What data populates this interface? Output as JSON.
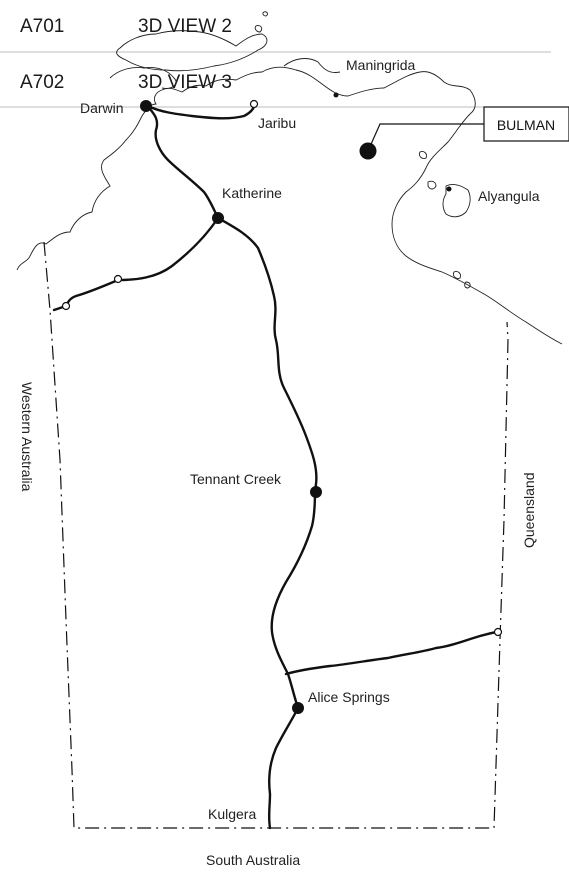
{
  "sheets": [
    {
      "code": "A701",
      "view": "3D VIEW 2"
    },
    {
      "code": "A702",
      "view": "3D VIEW 3"
    }
  ],
  "callout": {
    "label": "BULMAN"
  },
  "towns": {
    "darwin": "Darwin",
    "jaribu": "Jaribu",
    "maningrida": "Maningrida",
    "katherine": "Katherine",
    "alyangula": "Alyangula",
    "tennant_creek": "Tennant Creek",
    "alice_springs": "Alice Springs",
    "kulgera": "Kulgera"
  },
  "states": {
    "west": "Western Australia",
    "east": "Queensland",
    "south": "South Australia"
  },
  "colors": {
    "ink": "#111111",
    "sheet_line": "#bdbdbd"
  }
}
